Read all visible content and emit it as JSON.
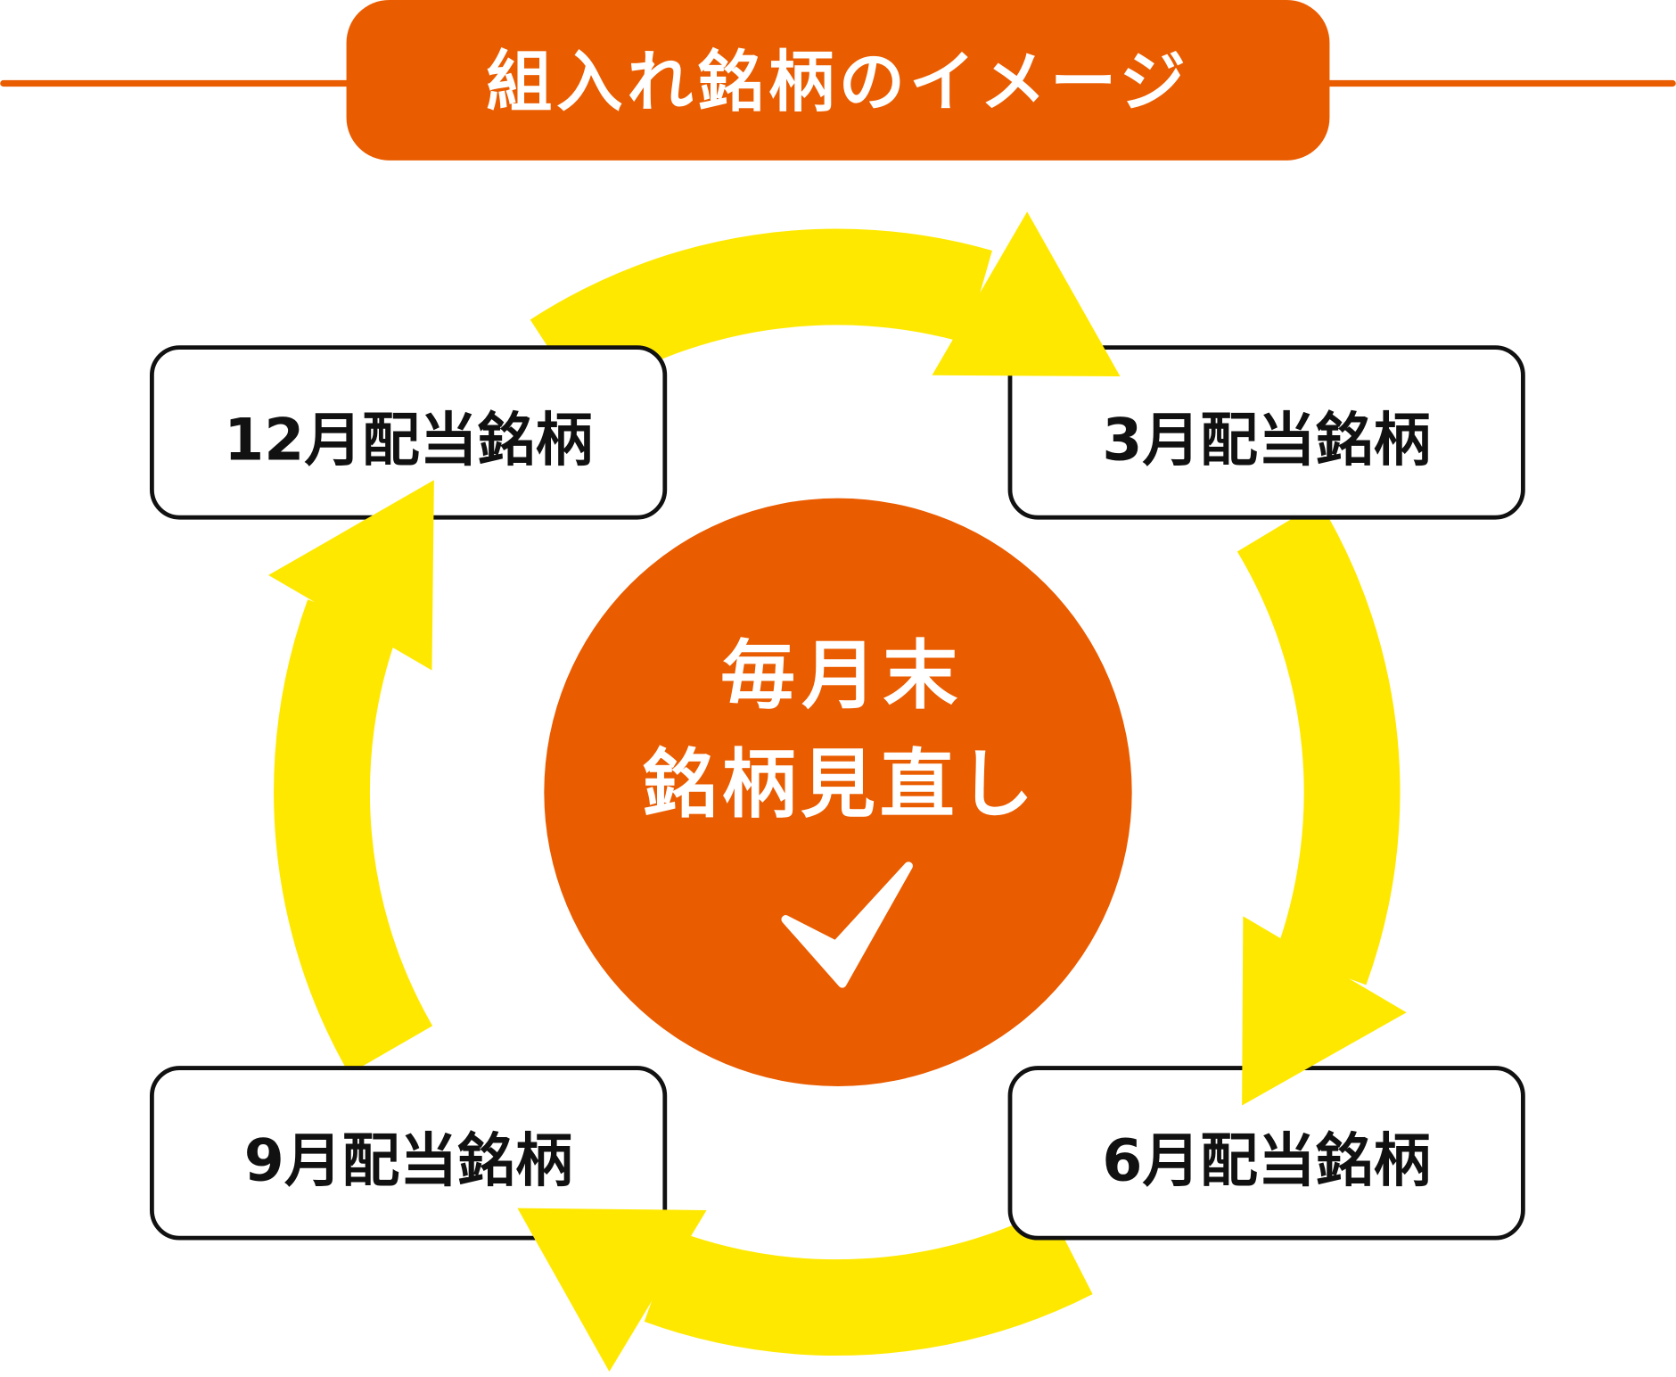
{
  "title": "組入れ銘柄のイメージ",
  "center": {
    "line1": "毎月末",
    "line2": "銘柄見直し",
    "icon": "check-icon"
  },
  "boxes": {
    "dec": "12月配当銘柄",
    "mar": "3月配当銘柄",
    "jun": "6月配当銘柄",
    "sep": "9月配当銘柄"
  },
  "colors": {
    "accent": "#EA5C00",
    "arrow": "#FFE800",
    "border": "#111111"
  }
}
